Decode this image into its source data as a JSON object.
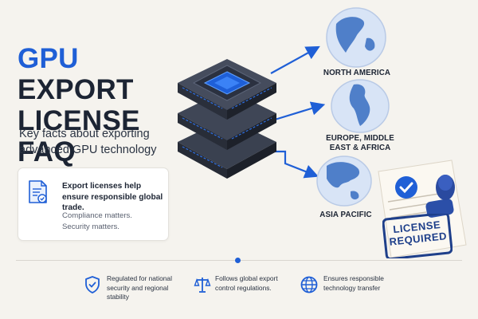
{
  "header": {
    "title_highlight": "GPU",
    "title_rest_line1": " EXPORT",
    "title_line2": "LICENSE FAQ",
    "subtitle": "Key facts about exporting advanced GPU technology"
  },
  "card": {
    "heading": "Export licenses help ensure responsible global trade.",
    "line1": "Compliance matters.",
    "line2": "Security matters.",
    "icon": "document-check-icon"
  },
  "regions": [
    {
      "label": "NORTH AMERICA"
    },
    {
      "label": "EUROPE, MIDDLE EAST & AFRICA"
    },
    {
      "label": "ASIA PACIFIC"
    }
  ],
  "stamp": {
    "line1": "LICENSE",
    "line2": "REQUIRED"
  },
  "features": [
    {
      "icon": "shield-check-icon",
      "text": "Regulated for national security and regional stability"
    },
    {
      "icon": "scales-icon",
      "text": "Follows global export control regulations."
    },
    {
      "icon": "globe-icon",
      "text": "Ensures responsible technology transfer"
    }
  ],
  "colors": {
    "accent": "#1f5fd6",
    "ink": "#1c2433",
    "background": "#f5f3ee",
    "stamp": "#1e3f8a"
  }
}
